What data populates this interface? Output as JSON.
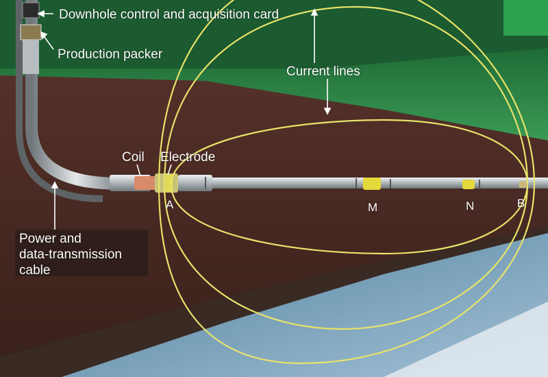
{
  "labels": {
    "acquisition_card": "Downhole control and acquisition card",
    "packer": "Production packer",
    "current_lines": "Current lines",
    "coil": "Coil",
    "electrode": "Electrode",
    "cable_line1": "Power and",
    "cable_line2": "data-transmission",
    "cable_line3": "cable",
    "A": "A",
    "M": "M",
    "N": "N",
    "B": "B"
  },
  "colors": {
    "sky_green": "#2f7d46",
    "ground_green": "#2f8a4a",
    "formation": "#4a2a22",
    "water": "#6f9ab8",
    "current_line": "#e8e36a",
    "pipe": "#c8cdd0",
    "electrode_band": "#d9d24a",
    "coil": "#d88a6a"
  }
}
